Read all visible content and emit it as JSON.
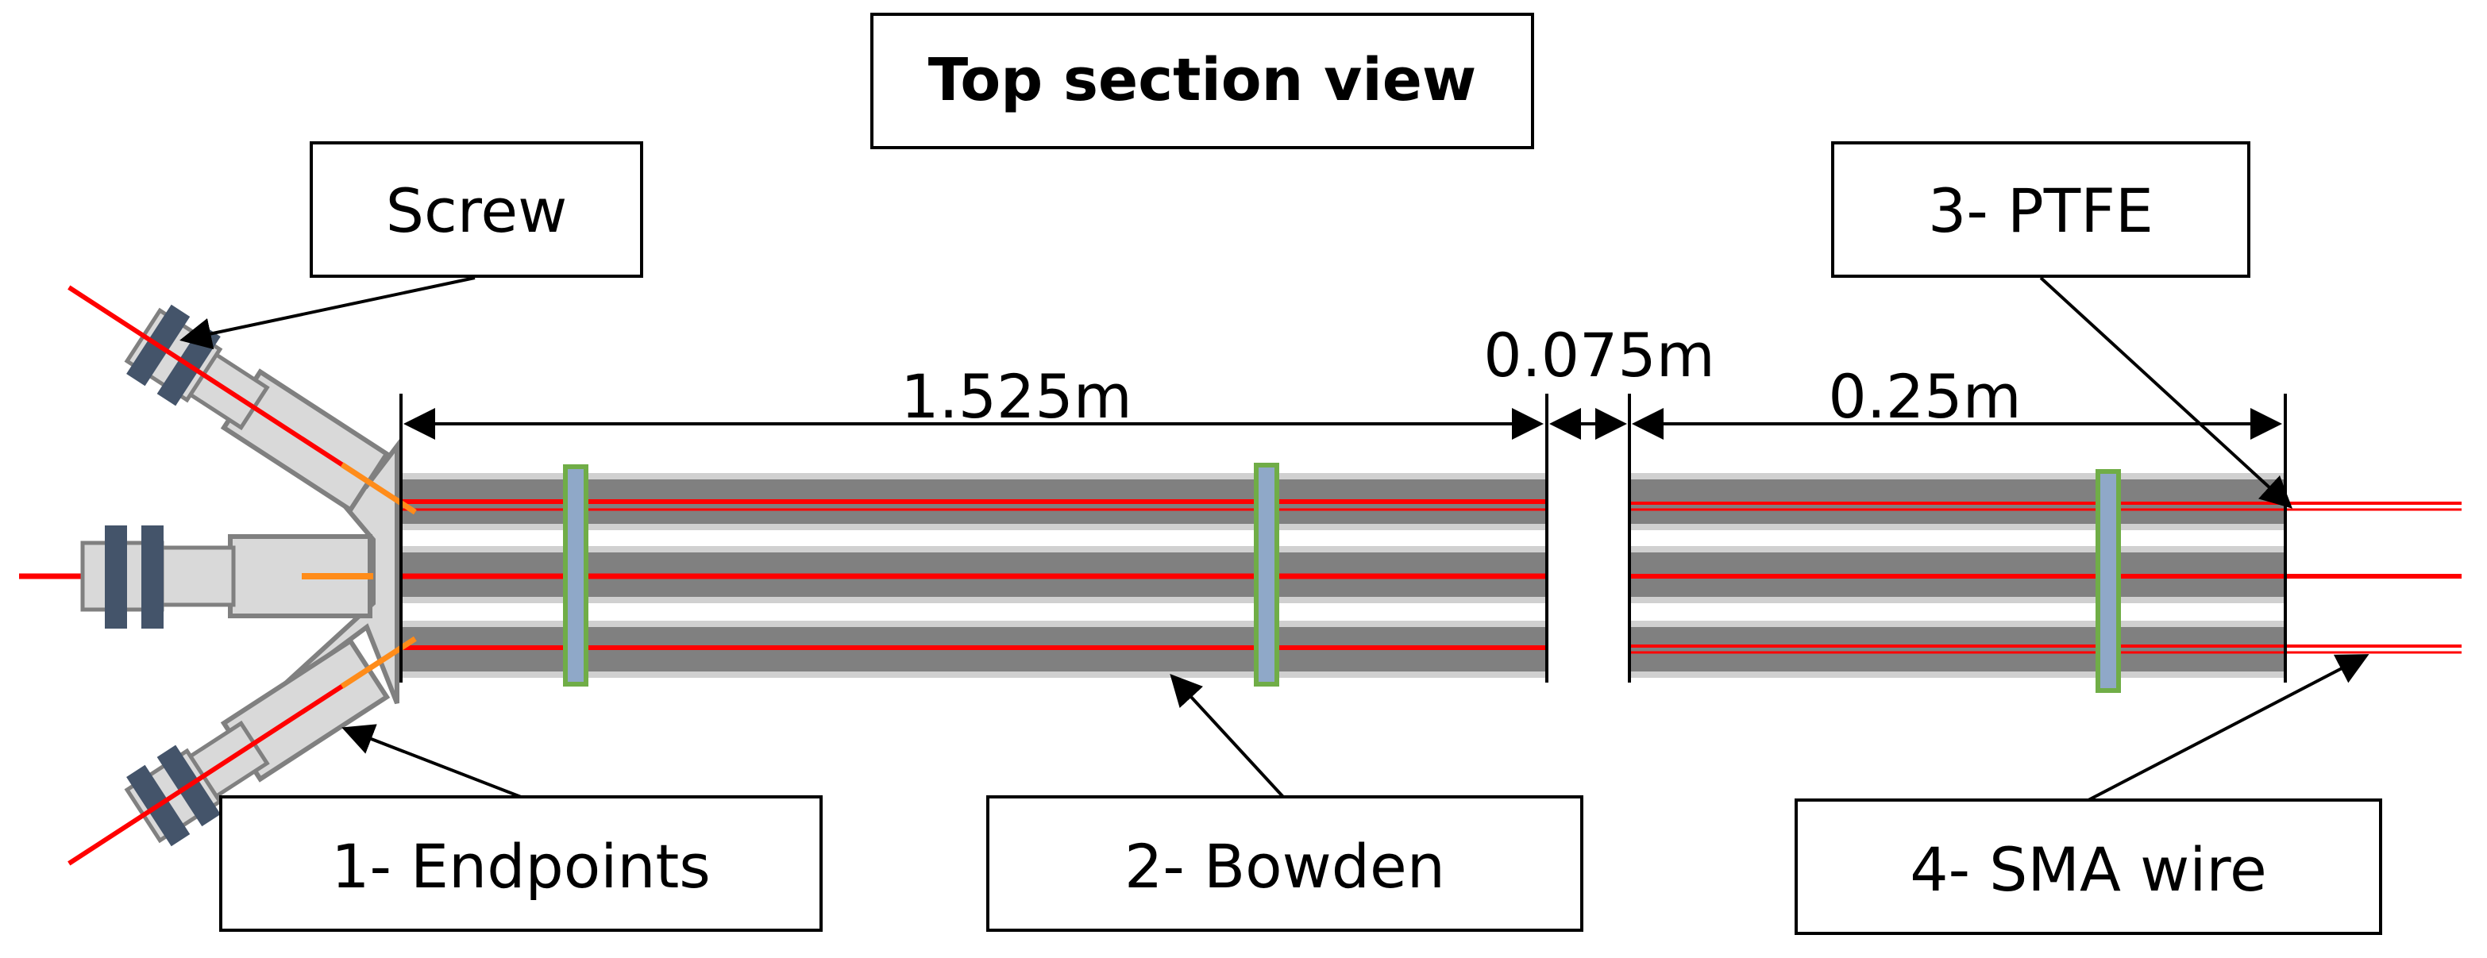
{
  "title": "Top section view",
  "labels": {
    "screw": "Screw",
    "endpoints": "1- Endpoints",
    "bowden": "2- Bowden",
    "ptfe": "3- PTFE",
    "sma_wire": "4- SMA wire"
  },
  "dimensions": {
    "bowden_length": "1.525m",
    "gap_length": "0.075m",
    "ptfe_length": "0.25m"
  },
  "colors": {
    "sma_wire": "#ff0000",
    "bowden_sheath": "#808080",
    "bowden_outer": "#d0d0d0",
    "clamp_fill": "#8fa8c8",
    "clamp_stroke": "#70ad47",
    "screw_nut": "#44546a",
    "endpoint_body": "#d9d9d9",
    "wire_end": "#ff8c1a"
  }
}
